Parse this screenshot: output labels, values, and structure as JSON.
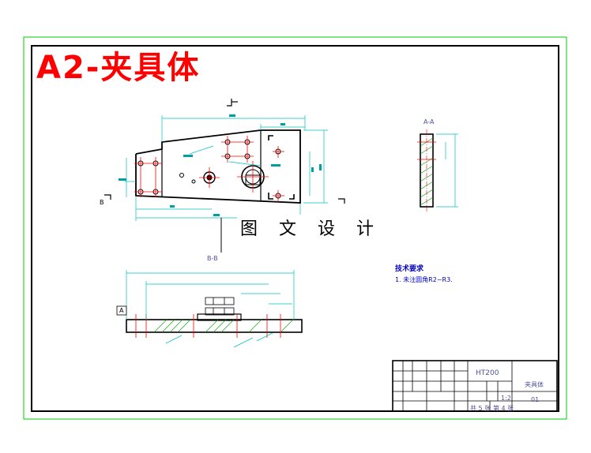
{
  "title": "A2-夹具体",
  "watermark": "图 文 设 计",
  "section_labels": {
    "aa": "A-A",
    "bb": "B-B",
    "view_a": "A",
    "view_b": "B"
  },
  "technical_requirements": {
    "heading": "技术要求",
    "items": [
      "1. 未注圆角R2~R3."
    ]
  },
  "title_block": {
    "material": "HT200",
    "part_name": "夹具体",
    "scale": "1:2",
    "drawing_no": "01",
    "sheets": "共 5 张",
    "sheet_no": "第 4 张"
  },
  "colors": {
    "frame": "#00cc00",
    "outline": "#000000",
    "hatch": "#00a000",
    "dimension": "#00c0c0",
    "centerline": "#ff0000",
    "title": "#ff0000",
    "annotation": "#0000c0"
  }
}
